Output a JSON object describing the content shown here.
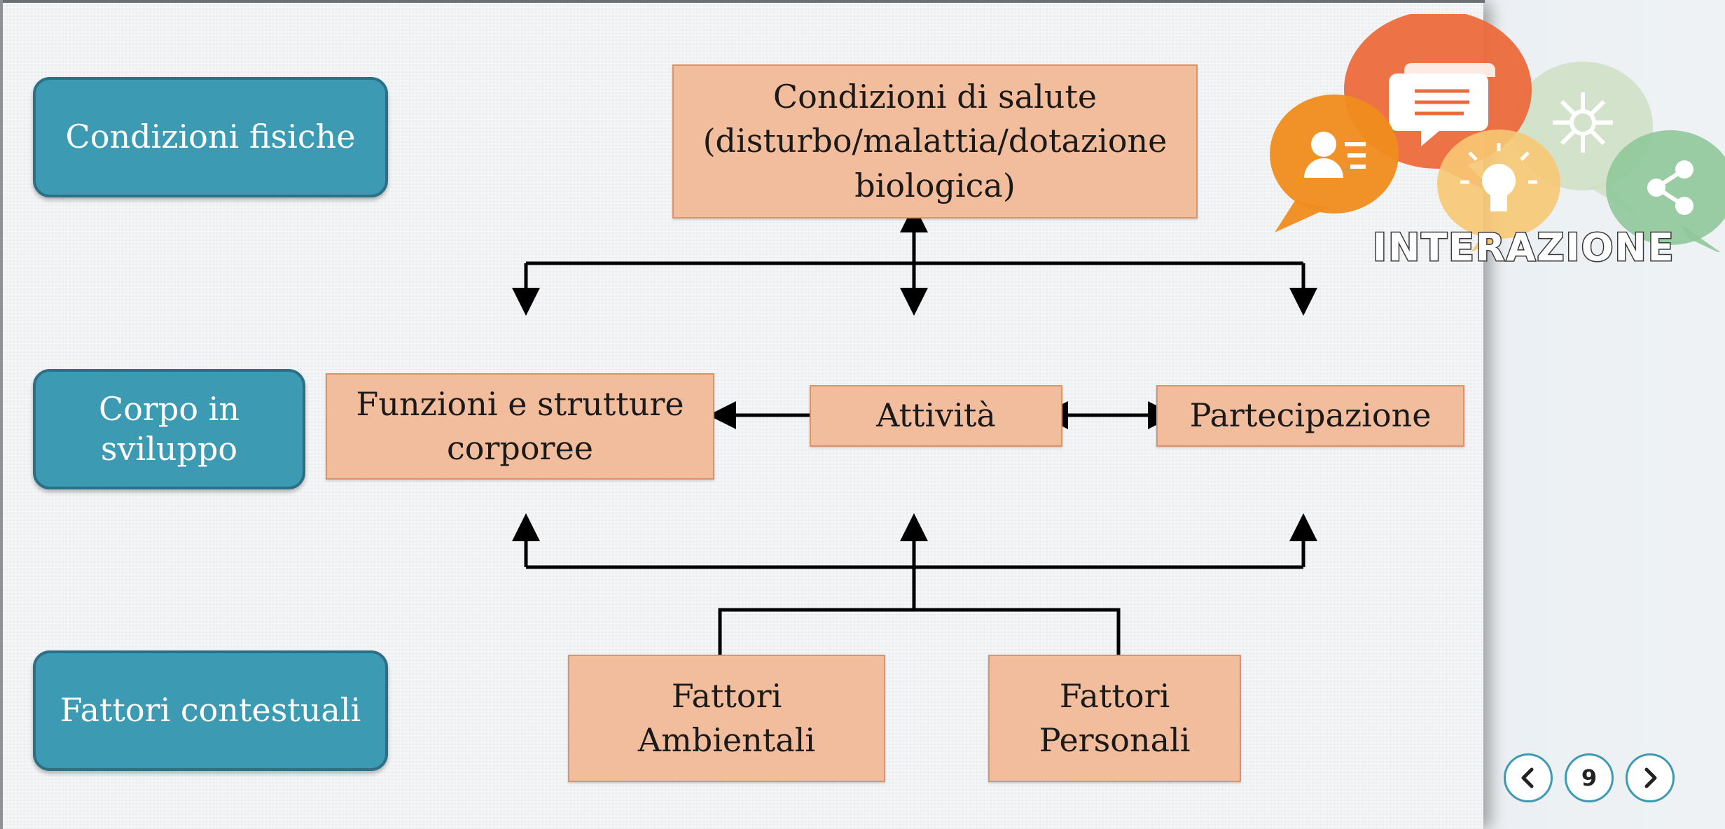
{
  "categories": {
    "fisiche": "Condizioni fisiche",
    "corpo": "Corpo in\nsviluppo",
    "fattori": "Fattori contestuali"
  },
  "diagram": {
    "salute": "Condizioni di salute\n(disturbo/malattia/dotazione\nbiologica)",
    "funzioni": "Funzioni e strutture\ncorporee",
    "attivita": "Attività",
    "partecipazione": "Partecipazione",
    "ambientali": "Fattori\nAmbientali",
    "personali": "Fattori\nPersonali"
  },
  "brand": {
    "title": "INTERAZIONE"
  },
  "nav": {
    "page": "9"
  },
  "colors": {
    "category_fill": "#3c9ab3",
    "box_fill": "#f2bd9d",
    "bubble_orange": "#f08c1e",
    "bubble_red": "#ec6a3c",
    "bubble_sage": "#cfe0c6",
    "bubble_yellow": "#f7c873",
    "bubble_green": "#8fc89a"
  }
}
